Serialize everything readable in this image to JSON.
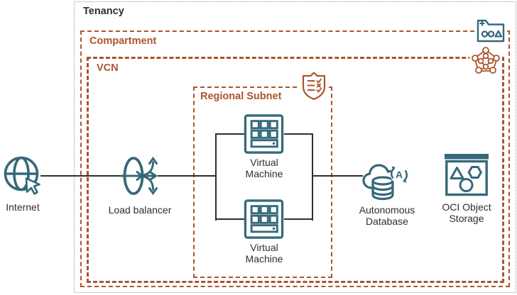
{
  "containers": {
    "tenancy": {
      "label": "Tenancy"
    },
    "compartment": {
      "label": "Compartment"
    },
    "vcn": {
      "label": "VCN"
    },
    "regional_subnet": {
      "label": "Regional Subnet"
    }
  },
  "nodes": {
    "internet": {
      "label": "Internet",
      "icon": "globe-cursor-icon"
    },
    "load_balancer": {
      "label": "Load balancer",
      "icon": "load-balancer-icon"
    },
    "vm_top": {
      "label": "Virtual Machine",
      "icon": "virtual-machine-icon"
    },
    "vm_bottom": {
      "label": "Virtual Machine",
      "icon": "virtual-machine-icon"
    },
    "autonomous_database": {
      "label": "Autonomous Database",
      "icon": "autonomous-database-icon"
    },
    "object_storage": {
      "label": "OCI Object Storage",
      "icon": "object-storage-icon"
    },
    "autonomous_badge_letter": "A"
  },
  "border_icons": {
    "compartment_icon": "compartment-folder-icon",
    "vcn_icon": "vcn-network-icon",
    "subnet_icon": "security-list-shield-icon"
  },
  "colors": {
    "teal": "#35697a",
    "orange": "#aa552d",
    "connector": "#312d2a",
    "tenancy_border": "#9b9b9b",
    "text": "#312d2a"
  }
}
